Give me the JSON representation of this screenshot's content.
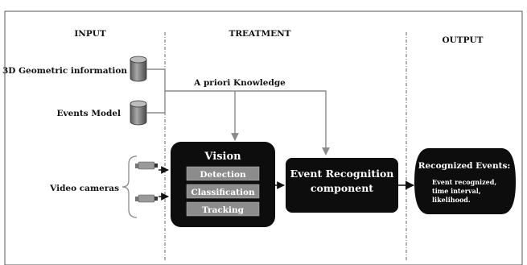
{
  "columns": {
    "input": "INPUT",
    "treatment": "TREATMENT",
    "output": "OUTPUT"
  },
  "inputs": {
    "geometric": "3D Geometric information",
    "events_model": "Events Model",
    "video_cameras": "Video cameras"
  },
  "knowledge_label": "A priori Knowledge",
  "vision": {
    "title": "Vision",
    "steps": [
      "Detection",
      "Classification",
      "Tracking"
    ]
  },
  "event_recognition": {
    "line1": "Event Recognition",
    "line2": "component"
  },
  "output": {
    "title": "Recognized Events:",
    "lines": [
      "Event recognized,",
      "time interval,",
      "likelihood."
    ]
  },
  "colors": {
    "box_fill": "#0d0d0d",
    "step_fill": "#8c8c8c",
    "arrow_gray": "#8a8a8a",
    "line_dark": "#333333"
  },
  "icons": {
    "database": "database-cylinder-icon",
    "camera": "video-camera-icon"
  }
}
